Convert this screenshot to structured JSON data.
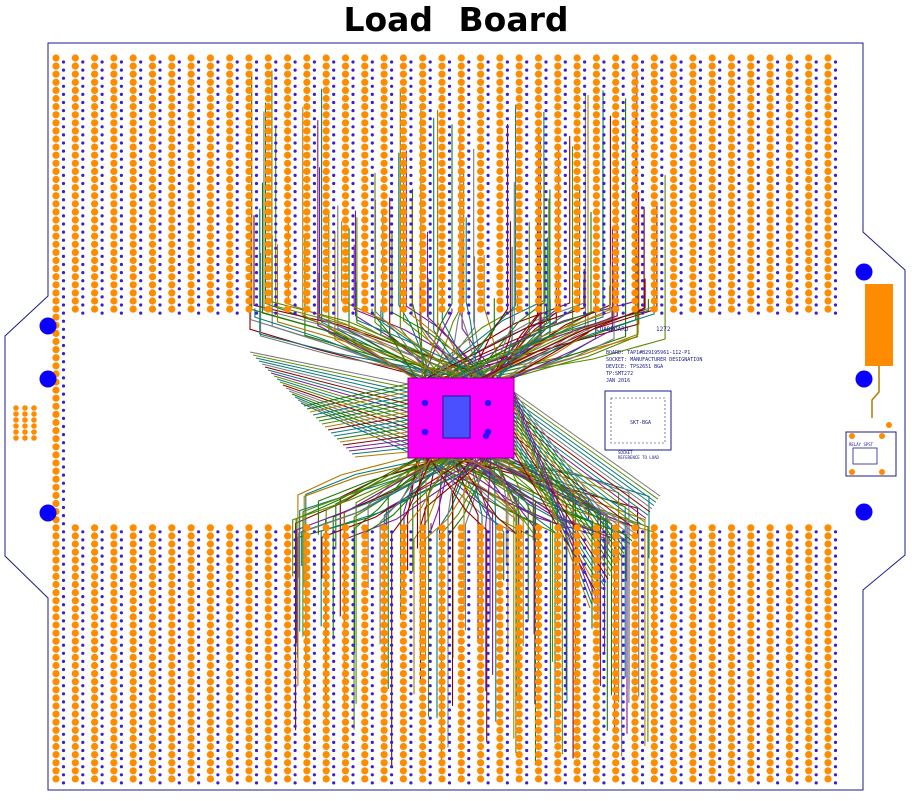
{
  "title": "Load Board",
  "silkscreen": {
    "ref_top": "LOADBOARD",
    "ref_num": "1272",
    "lines": [
      "BOARD: TAP1#B29195961-112-P1",
      "SOCKET: MANUFACTURER DESIGNATION",
      "DEVICE: TPS2651 BGA",
      "TP:SMT272",
      "JAN 2016"
    ],
    "socket_label": "SKT-BGA",
    "socket_caption_1": "SOCKET",
    "socket_caption_2": "REFERENCE TO LOAD",
    "relay_label": "RELAY SPST"
  },
  "colors": {
    "outline": "#1e1e8c",
    "pad": "#ff8c00",
    "via": "#3a1fd0",
    "dut": "#ff00ff",
    "mount_hole": "#0a00ff",
    "traces": [
      "#1e7a00",
      "#8a0000",
      "#7a1a9a",
      "#b07a00",
      "#0a7a7a",
      "#7a7a7a",
      "#5a8a00"
    ]
  },
  "icons": {
    "mount_hole": "blue-circle",
    "dut": "magenta-square",
    "connector": "orange-bar"
  }
}
